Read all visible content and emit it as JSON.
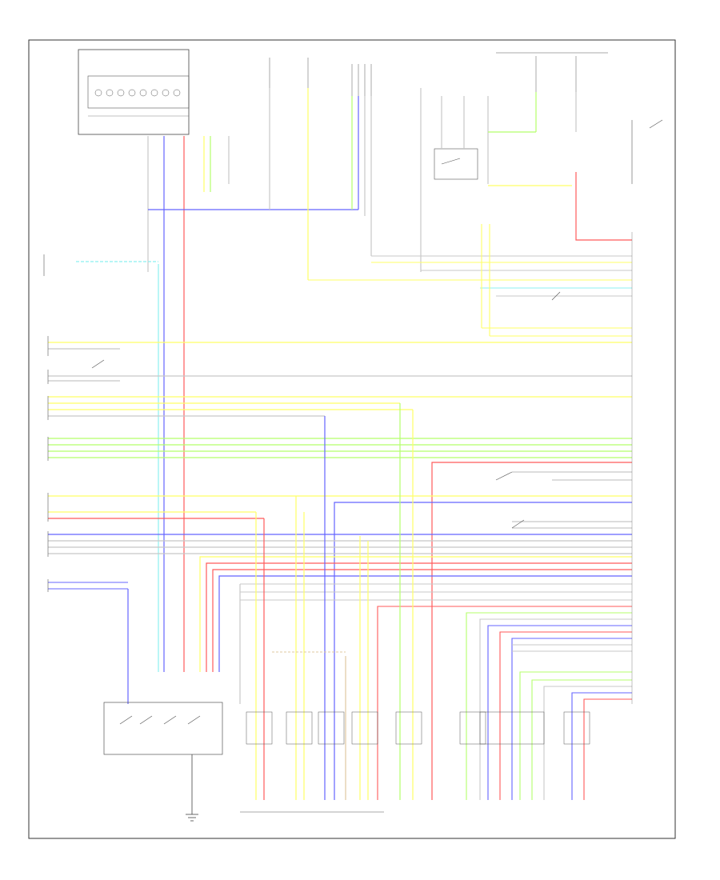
{
  "diagram": {
    "footer_code": "",
    "colors": {
      "frame": "#333333",
      "red": "#ff5a5a",
      "yellow": "#ffff66",
      "green": "#b5ff6b",
      "blue": "#6464ff",
      "cyan": "#8cf0f0",
      "gray": "#c8c8c8",
      "dark_gray": "#707070",
      "tan": "#e0c8a0"
    },
    "components": [
      {
        "id": "fuse-block",
        "label": ""
      },
      {
        "id": "ignition-switch",
        "label": ""
      },
      {
        "id": "fuse-box-top-right",
        "label": ""
      },
      {
        "id": "relay-left",
        "label": ""
      },
      {
        "id": "transmission-range-sensor",
        "label": ""
      },
      {
        "id": "transmission-solenoids",
        "label": ""
      },
      {
        "id": "pcm-connector-right",
        "label": ""
      },
      {
        "id": "ground-bottom",
        "label": ""
      }
    ]
  }
}
